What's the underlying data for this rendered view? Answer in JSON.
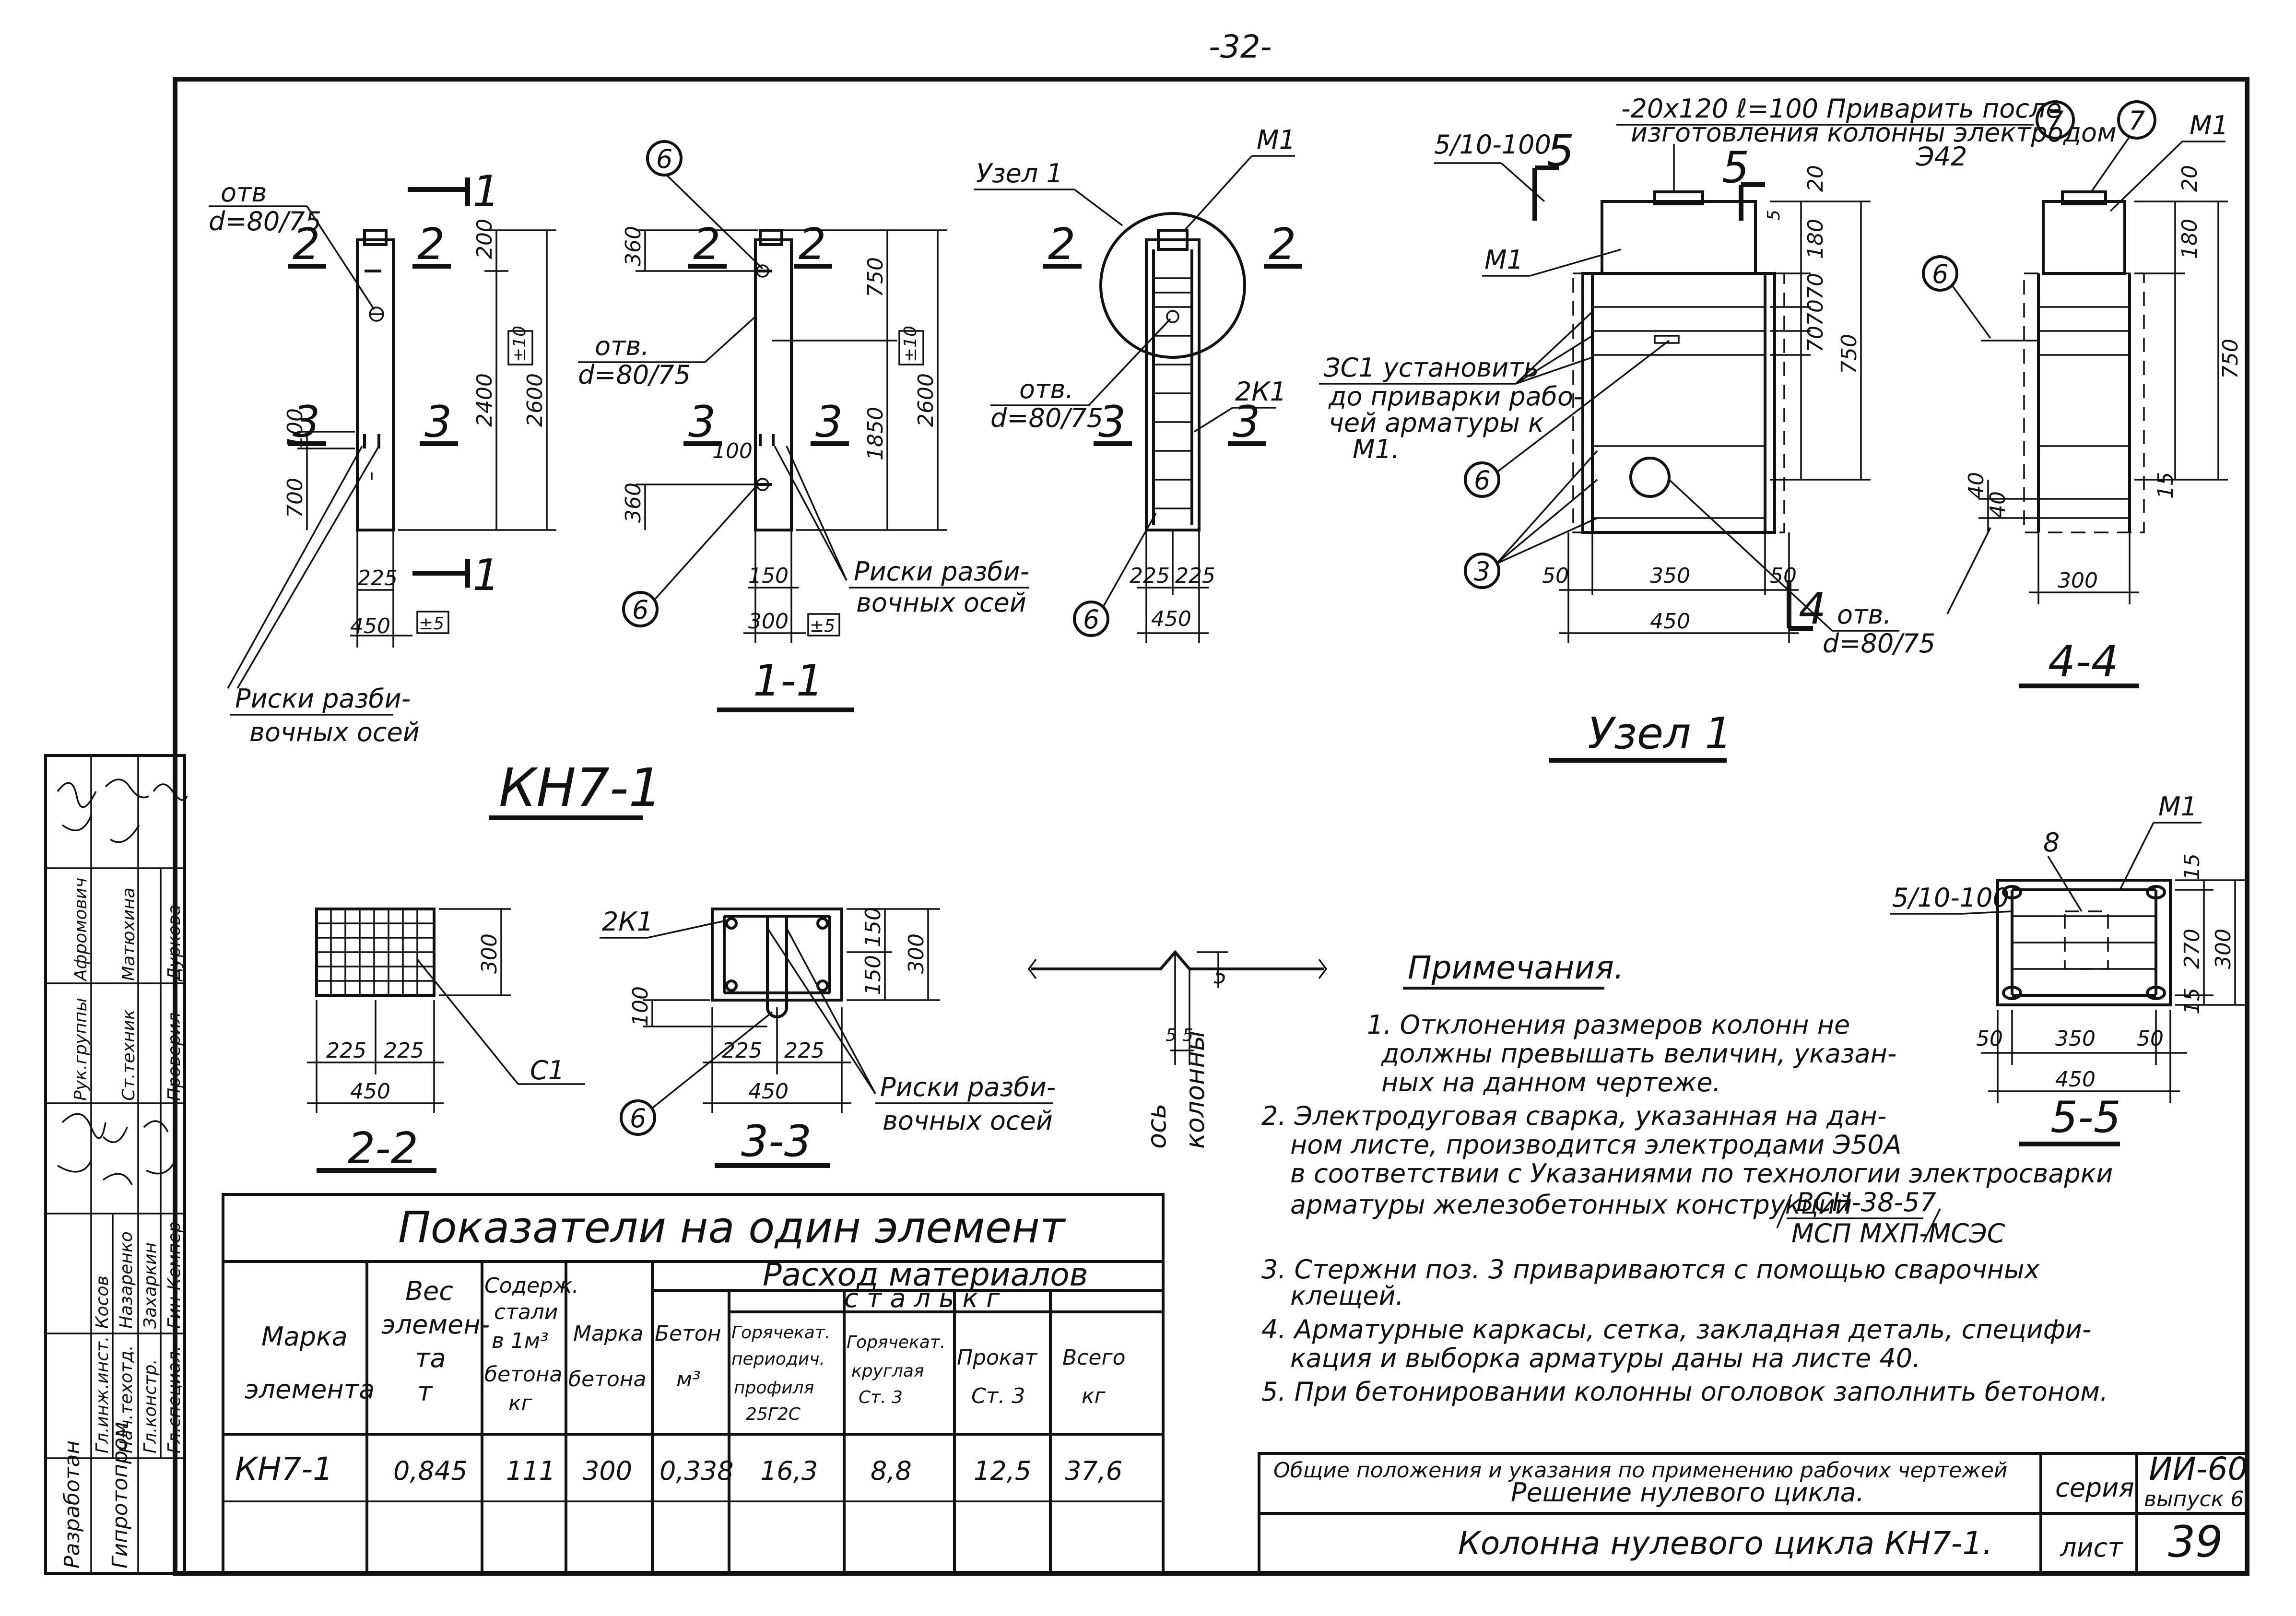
{
  "page_number": "-32-",
  "labels": {
    "hole": "отв.",
    "hole_dia": "d=80/75",
    "hole_short": "отв",
    "marks_1": "Риски разби-",
    "marks_2": "вочных осей",
    "node": "Узел 1",
    "m1": "М1",
    "k1": "2К1",
    "c1": "С1",
    "s1": "ЗС1 установить",
    "s1_2": "до приварки рабо-",
    "s1_3": "чей арматуры к",
    "s1_4": "М1.",
    "plate_1": "-20х120 ℓ=100 Приварить после",
    "plate_2": "изготовления колонны электродом",
    "plate_3": "Э42",
    "weld": "5/10-100",
    "axis_1": "ось",
    "axis_2": "колонны"
  },
  "views": {
    "main": "КН7-1",
    "s11": "1-1",
    "s22": "2-2",
    "s33": "3-3",
    "s44": "4-4",
    "s55": "5-5",
    "node": "Узел 1"
  },
  "section_marks": [
    "1",
    "2",
    "3",
    "4",
    "5"
  ],
  "positions": [
    "6",
    "7",
    "3",
    "8"
  ],
  "dims": {
    "d200": "200",
    "d2400": "2400",
    "d2600": "2600",
    "d100": "100",
    "d700": "700",
    "d225": "225",
    "d450": "450",
    "d5": "±5",
    "d10": "±10",
    "d360": "360",
    "d750": "750",
    "d1850": "1850",
    "d150": "150",
    "d300": "300",
    "d180": "180",
    "d70": "70",
    "d50": "50",
    "d350": "350",
    "d40": "40",
    "d15": "15",
    "d270": "270",
    "d20": "20",
    "d5s": "5"
  },
  "notes": {
    "title": "Примечания.",
    "n1a": "1.  Отклонения размеров колонн не",
    "n1b": "должны превышать величин, указан-",
    "n1c": "ных на данном чертеже.",
    "n2a": "2.  Электродуговая сварка, указанная на дан-",
    "n2b": "ном листе, производится электродами Э50А",
    "n2c": "в соответствии с Указаниями по технологии электросварки",
    "n2d": "арматуры железобетонных конструкций",
    "n2e": "ВСН-38-57",
    "n2f": "МСП МХП-МСЭС",
    "n3a": "3.  Стержни поз. 3 привариваются с помощью сварочных",
    "n3b": "клещей.",
    "n4a": "4.  Арматурные каркасы, сетка, закладная деталь, специфи-",
    "n4b": "кация и выборка арматуры даны на листе 40.",
    "n5": "5.  При бетонировании колонны оголовок заполнить бетоном."
  },
  "table": {
    "title": "Показатели на один элемент",
    "col_mark_1": "Марка",
    "col_mark_2": "элемента",
    "col_weight_1": "Вес",
    "col_weight_2": "элемен-",
    "col_weight_3": "та",
    "col_weight_4": "т",
    "col_steel_1": "Содерж.",
    "col_steel_2": "стали",
    "col_steel_3": "в 1м³",
    "col_steel_4": "бетона",
    "col_steel_5": "кг",
    "col_grade_1": "Марка",
    "col_grade_2": "бетона",
    "group": "Расход  материалов",
    "subgroup": "с т а л ь   к г",
    "col_conc_1": "Бетон",
    "col_conc_2": "м³",
    "col_hr1_1": "Горячекат.",
    "col_hr1_2": "периодич.",
    "col_hr1_3": "профиля",
    "col_hr1_4": "25Г2С",
    "col_hr2_1": "Горячекат.",
    "col_hr2_2": "круглая",
    "col_hr2_3": "Ст. 3",
    "col_roll_1": "Прокат",
    "col_roll_2": "Ст. 3",
    "col_total_1": "Всего",
    "col_total_2": "кг",
    "rows": [
      {
        "mark": "КН7-1",
        "weight": "0,845",
        "steel": "111",
        "grade": "300",
        "concrete": "0,338",
        "hr1": "16,3",
        "hr2": "8,8",
        "roll": "12,5",
        "total": "37,6"
      }
    ]
  },
  "stamp": {
    "general_1": "Общие положения и указания по применению рабочих чертежей",
    "general_2": "Решение нулевого цикла.",
    "series_label": "серия",
    "series_value": "ИИ-60",
    "issue": "выпуск 6",
    "title": "Колонна нулевого цикла КН7-1.",
    "sheet_label": "лист",
    "sheet_value": "39"
  },
  "side_stamp": {
    "dev": "Разработан",
    "org": "Гипротопром",
    "roles": [
      "Гл.инж.инст.",
      "Нач.техотд.",
      "Гл.констр.",
      "Гл.специал.",
      "Рук.группы",
      "Ст.техник",
      "Проверил"
    ],
    "names": [
      "Косов",
      "Назаренко",
      "Захаркин",
      "Гин",
      "Кемпер",
      "Афромович",
      "Матюхина",
      "Дуркова"
    ]
  }
}
